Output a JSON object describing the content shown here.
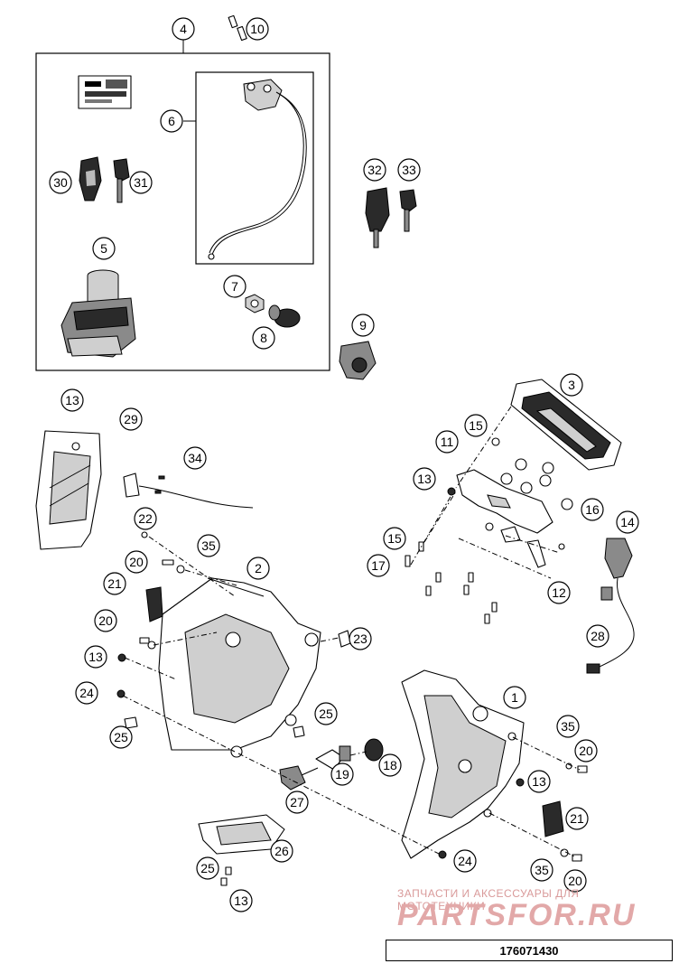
{
  "callouts": [
    {
      "id": "c-4",
      "label": "4"
    },
    {
      "id": "c-10",
      "label": "10"
    },
    {
      "id": "c-6",
      "label": "6"
    },
    {
      "id": "c-30",
      "label": "30"
    },
    {
      "id": "c-31",
      "label": "31"
    },
    {
      "id": "c-5",
      "label": "5"
    },
    {
      "id": "c-7",
      "label": "7"
    },
    {
      "id": "c-8",
      "label": "8"
    },
    {
      "id": "c-9",
      "label": "9"
    },
    {
      "id": "c-32",
      "label": "32"
    },
    {
      "id": "c-33",
      "label": "33"
    },
    {
      "id": "c-3",
      "label": "3"
    },
    {
      "id": "c-15a",
      "label": "15"
    },
    {
      "id": "c-11",
      "label": "11"
    },
    {
      "id": "c-13a",
      "label": "13"
    },
    {
      "id": "c-16",
      "label": "16"
    },
    {
      "id": "c-14",
      "label": "14"
    },
    {
      "id": "c-15b",
      "label": "15"
    },
    {
      "id": "c-17",
      "label": "17"
    },
    {
      "id": "c-12",
      "label": "12"
    },
    {
      "id": "c-28",
      "label": "28"
    },
    {
      "id": "c-13b",
      "label": "13"
    },
    {
      "id": "c-29",
      "label": "29"
    },
    {
      "id": "c-34",
      "label": "34"
    },
    {
      "id": "c-22",
      "label": "22"
    },
    {
      "id": "c-35a",
      "label": "35"
    },
    {
      "id": "c-20a",
      "label": "20"
    },
    {
      "id": "c-2",
      "label": "2"
    },
    {
      "id": "c-21a",
      "label": "21"
    },
    {
      "id": "c-20b",
      "label": "20"
    },
    {
      "id": "c-23",
      "label": "23"
    },
    {
      "id": "c-13c",
      "label": "13"
    },
    {
      "id": "c-24a",
      "label": "24"
    },
    {
      "id": "c-25a",
      "label": "25"
    },
    {
      "id": "c-25b",
      "label": "25"
    },
    {
      "id": "c-1",
      "label": "1"
    },
    {
      "id": "c-35b",
      "label": "35"
    },
    {
      "id": "c-20c",
      "label": "20"
    },
    {
      "id": "c-13d",
      "label": "13"
    },
    {
      "id": "c-18",
      "label": "18"
    },
    {
      "id": "c-19",
      "label": "19"
    },
    {
      "id": "c-27",
      "label": "27"
    },
    {
      "id": "c-21b",
      "label": "21"
    },
    {
      "id": "c-26",
      "label": "26"
    },
    {
      "id": "c-24b",
      "label": "24"
    },
    {
      "id": "c-25c",
      "label": "25"
    },
    {
      "id": "c-35c",
      "label": "35"
    },
    {
      "id": "c-20d",
      "label": "20"
    },
    {
      "id": "c-13e",
      "label": "13"
    }
  ],
  "watermark": {
    "tagline": "ЗАПЧАСТИ И АКСЕССУАРЫ ДЛЯ МОТОТЕХНИКИ",
    "brand": "PARTSFOR.RU"
  },
  "diagram_code": "176071430"
}
